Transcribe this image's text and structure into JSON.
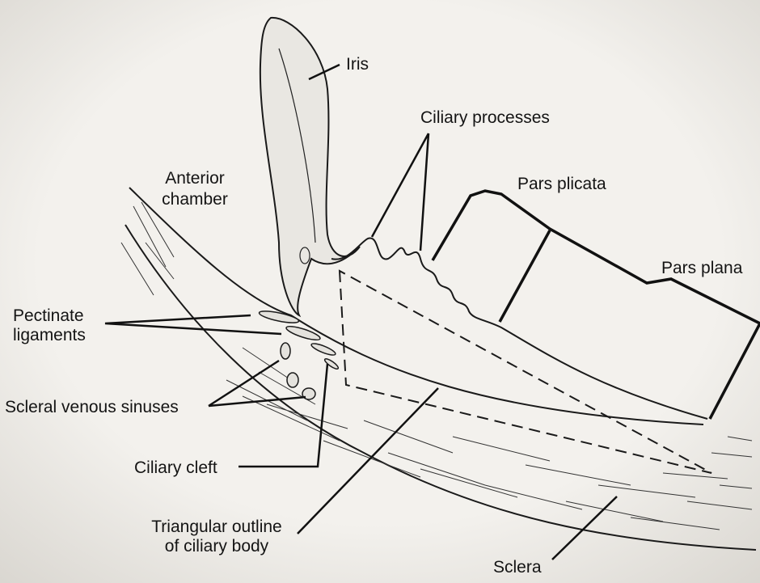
{
  "labels": {
    "iris": "Iris",
    "ciliary_processes": "Ciliary processes",
    "anterior_chamber_1": "Anterior",
    "anterior_chamber_2": "chamber",
    "pars_plicata": "Pars plicata",
    "pars_plana": "Pars plana",
    "pectinate_1": "Pectinate",
    "pectinate_2": "ligaments",
    "scleral_venous_sinuses": "Scleral venous sinuses",
    "ciliary_cleft": "Ciliary cleft",
    "triangular_1": "Triangular outline",
    "triangular_2": "of ciliary body",
    "sclera": "Sclera"
  },
  "colors": {
    "background": "#f2f0ec",
    "ink": "#141414"
  }
}
